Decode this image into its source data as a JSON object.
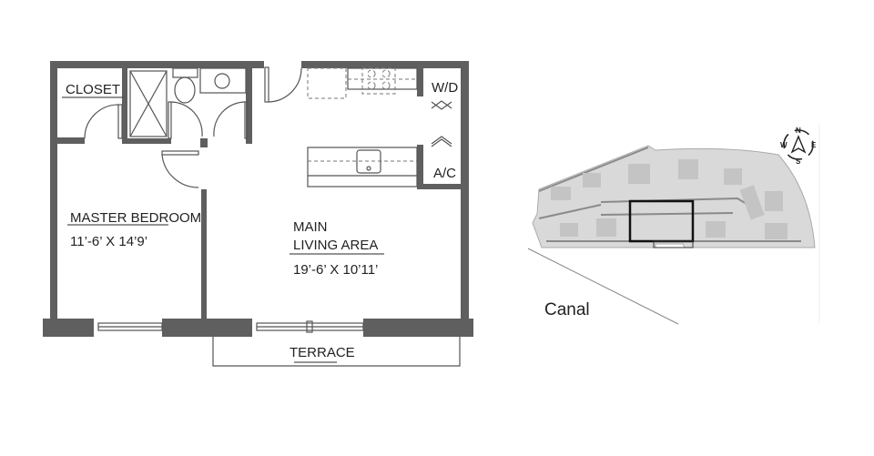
{
  "floor_plan": {
    "rooms": {
      "closet": "CLOSET",
      "wd": "W/D",
      "ac": "A/C",
      "master_bedroom": "MASTER BEDROOM",
      "master_bedroom_dims": "11’-6’ X 14’9’",
      "main_line1": "MAIN",
      "main_line2": "LIVING AREA",
      "main_dims": "19’-6’ X 10’11’",
      "terrace": "TERRACE"
    }
  },
  "key_plan": {
    "waterway_label": "Canal",
    "compass": {
      "n": "N",
      "s": "S",
      "e": "E",
      "w": "W"
    }
  }
}
